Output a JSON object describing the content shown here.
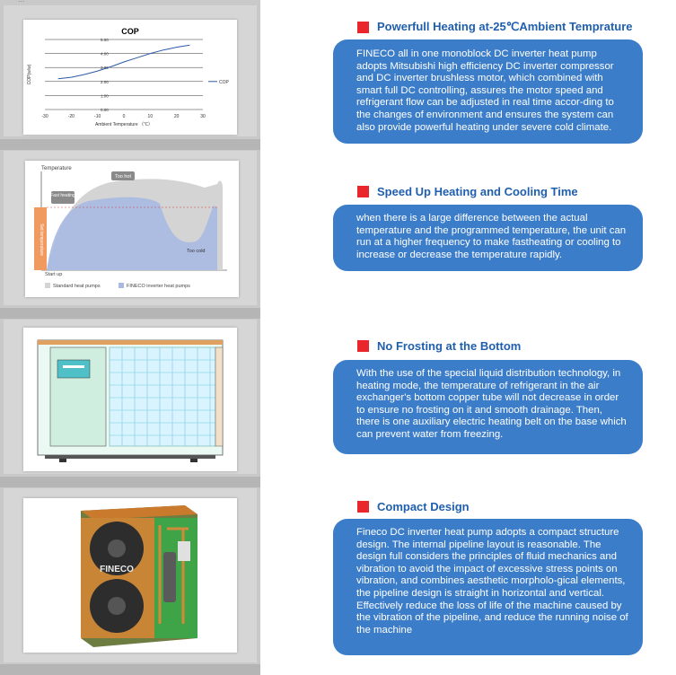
{
  "top_fragment": "...",
  "sections": [
    {
      "heading": "Powerfull Heating at-25℃Ambient Temprature",
      "body": "FINECO all in one monoblock DC inverter heat pump adopts Mitsubishi high efficiency DC inverter compressor and DC inverter brushless motor, which combined with smart full DC controlling, assures the motor speed and refrigerant flow can be adjusted in real time accor-ding to the changes of environment and ensures the system can also provide powerful heating under severe cold climate."
    },
    {
      "heading": "Speed Up Heating and Cooling Time",
      "body": "when there is a large difference between the actual temperature and the programmed temperature, the unit can run at a higher frequency to make fastheating or cooling to increase or decrease the temperature rapidly."
    },
    {
      "heading": "No Frosting at the Bottom",
      "body": "With the use of the special liquid distribution technology, in heating mode, the temperature of refrigerant in the air exchanger's bottom copper tube will not decrease in order to ensure no frosting on it and smooth drainage. Then, there is one auxiliary electric heating belt on the base which can prevent water from freezing."
    },
    {
      "heading": "Compact Design",
      "body": "Fineco DC inverter heat pump adopts a compact structure design. The internal pipeline layout is reasonable. The design full considers the principles of fluid mechanics and vibration to avoid the impact of excessive stress points on vibration, and combines aesthetic morpholo-gical elements, the pipeline design is straight in horizontal and vertical. Effectively reduce the loss of life of the machine caused by the vibration of the pipeline, and reduce the running noise of the machine"
    }
  ],
  "cop_chart": {
    "title": "COP",
    "ylabel": "COP(w/w)",
    "xlabel": "Ambient Temperature （℃）",
    "legend": "COP",
    "x_ticks": [
      "-30",
      "-20",
      "-10",
      "0",
      "10",
      "20",
      "30"
    ],
    "y_ticks": [
      "0.00",
      "1.00",
      "2.00",
      "3.00",
      "4.00",
      "5.00"
    ],
    "xlim": [
      -30,
      30
    ],
    "ylim": [
      0,
      5
    ],
    "series": [
      {
        "x": [
          -25,
          -20,
          -15,
          -10,
          -5,
          0,
          5,
          10,
          15,
          20,
          25
        ],
        "y": [
          2.2,
          2.3,
          2.5,
          2.75,
          3.05,
          3.4,
          3.7,
          4.0,
          4.25,
          4.45,
          4.6
        ]
      }
    ]
  },
  "diagram": {
    "y_label": "Temperature",
    "too_hot": "Too hot",
    "fast_heating": "Fast heating",
    "too_cold": "Too cold",
    "set_temp": "Set temperature",
    "start_up": "Start up",
    "legend_standard": "Standard heat pumps",
    "legend_fineco": "FINECO inverter heat pumps"
  },
  "unit_brand": "FINECO",
  "colors": {
    "heading": "#1f5fad",
    "box": "#3c7dc9",
    "marker": "#e8262b"
  }
}
